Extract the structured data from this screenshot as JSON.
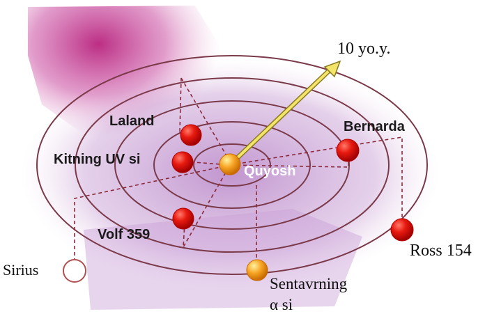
{
  "diagram": {
    "scale_label": "10  yo.y.",
    "sun_label": "Quyosh",
    "stars": [
      {
        "key": "laland",
        "label": "Laland"
      },
      {
        "key": "kitning",
        "label": "Kitning UV si"
      },
      {
        "key": "volf",
        "label": "Volf 359"
      },
      {
        "key": "bernarda",
        "label": "Bernarda"
      },
      {
        "key": "ross",
        "label": "Ross 154"
      },
      {
        "key": "sirius",
        "label": "Sirius"
      },
      {
        "key": "sentavr1",
        "label": "Sentavrning"
      },
      {
        "key": "sentavr2",
        "label": "α si"
      }
    ],
    "colors": {
      "ring": "#7a3a4a",
      "red_star": "#e01010",
      "sun": "#f5a020",
      "arrow": "#f0e060",
      "glow": "#c23a8c",
      "sirius": "#ffffff"
    }
  }
}
